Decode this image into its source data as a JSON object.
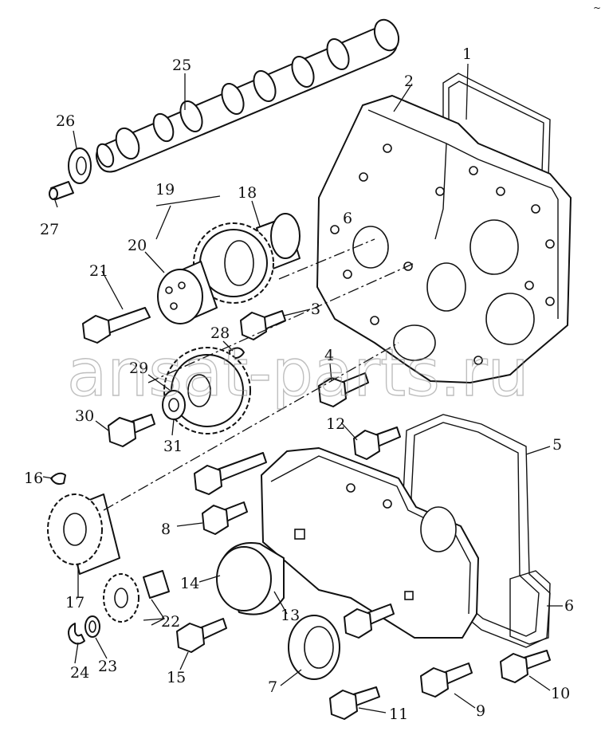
{
  "watermark": "ansat-parts.ru",
  "corner_mark": "~",
  "callouts": {
    "c1": "1",
    "c2": "2",
    "c3": "3",
    "c4": "4",
    "c5": "5",
    "c6a": "6",
    "c6b": "6",
    "c7": "7",
    "c8": "8",
    "c9": "9",
    "c10": "10",
    "c11": "11",
    "c12": "12",
    "c13": "13",
    "c14": "14",
    "c15": "15",
    "c16": "16",
    "c17": "17",
    "c18": "18",
    "c19": "19",
    "c20": "20",
    "c21": "21",
    "c22": "22",
    "c23": "23",
    "c24": "24",
    "c25": "25",
    "c26": "26",
    "c27": "27",
    "c28": "28",
    "c29": "29",
    "c30": "30",
    "c31": "31"
  }
}
